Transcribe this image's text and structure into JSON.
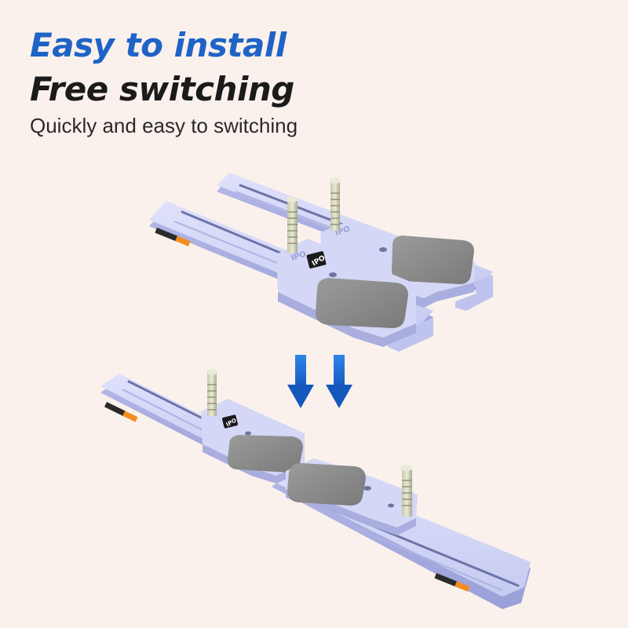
{
  "headline": {
    "line1": "Easy to install",
    "line2": "Free switching"
  },
  "subtitle": "Quickly and easy to switching",
  "colors": {
    "background": "#fbf1ec",
    "headline_accent": "#1f63c6",
    "headline_dark": "#1b1b1b",
    "rail": "#c9cdf2",
    "pad": "#8a8a8a",
    "arrow": "#1f6fd4"
  },
  "illustration": {
    "logo_text": "IPO",
    "icons": [
      "arrow-down-icon",
      "arrow-down-icon"
    ]
  }
}
